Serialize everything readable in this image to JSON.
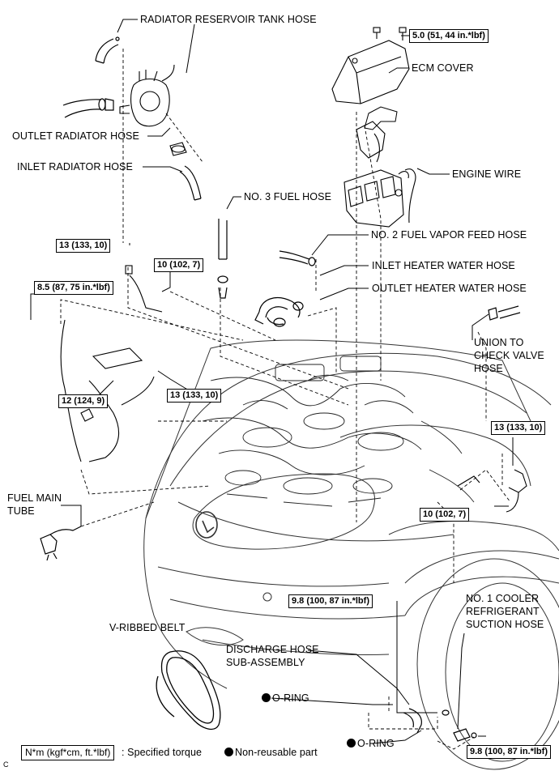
{
  "labels": {
    "radiator_reservoir_tank_hose": "RADIATOR RESERVOIR TANK HOSE",
    "ecm_cover": "ECM COVER",
    "outlet_radiator_hose": "OUTLET RADIATOR HOSE",
    "inlet_radiator_hose": "INLET RADIATOR HOSE",
    "engine_wire": "ENGINE WIRE",
    "no3_fuel_hose": "NO. 3 FUEL HOSE",
    "no2_fuel_vapor_feed_hose": "NO. 2 FUEL VAPOR FEED HOSE",
    "inlet_heater_water_hose": "INLET HEATER WATER HOSE",
    "outlet_heater_water_hose": "OUTLET HEATER WATER HOSE",
    "union_to_check_valve_hose": [
      "UNION TO",
      "CHECK VALVE",
      "HOSE"
    ],
    "fuel_main_tube": [
      "FUEL MAIN",
      "TUBE"
    ],
    "v_ribbed_belt": "V-RIBBED BELT",
    "discharge_hose": [
      "DISCHARGE HOSE",
      "SUB-ASSEMBLY"
    ],
    "o_ring_1": "O-RING",
    "o_ring_2": "O-RING",
    "no1_cooler_hose": [
      "NO. 1 COOLER",
      "REFRIGERANT",
      "SUCTION HOSE"
    ]
  },
  "torques": {
    "t_5_0": "5.0 (51, 44 in.*lbf)",
    "t_13_top": "13 (133, 10)",
    "t_10_left": "10 (102, 7)",
    "t_8_5": "8.5 (87, 75 in.*lbf)",
    "t_12": "12 (124, 9)",
    "t_13_mid": "13 (133, 10)",
    "t_13_right": "13 (133, 10)",
    "t_10_right": "10 (102, 7)",
    "t_9_8_top": "9.8 (100, 87 in.*lbf)",
    "t_9_8_bottom": "9.8 (100, 87 in.*lbf)"
  },
  "legend": {
    "torque_unit": "N*m (kgf*cm, ft.*lbf)",
    "torque_desc": ": Specified torque",
    "nonreusable": "Non-reusable part"
  },
  "corner_code": "C"
}
